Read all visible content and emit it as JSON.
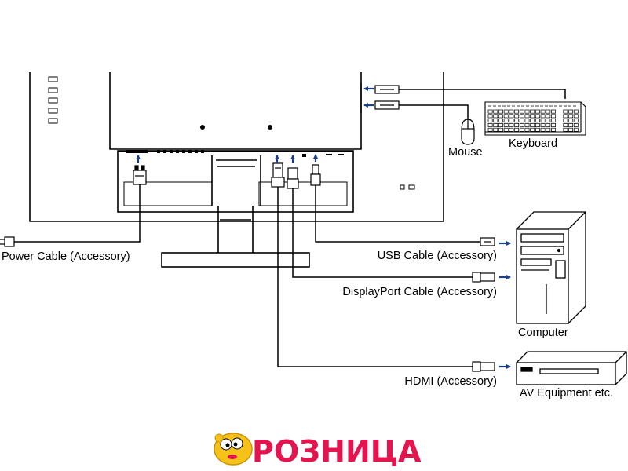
{
  "labels": {
    "power_cable": "Power Cable (Accessory)",
    "usb_cable": "USB Cable (Accessory)",
    "displayport_cable": "DisplayPort Cable (Accessory)",
    "hdmi_cable": "HDMI (Accessory)",
    "mouse": "Mouse",
    "keyboard": "Keyboard",
    "computer": "Computer",
    "av_equipment": "AV Equipment etc."
  },
  "watermark": {
    "text": "РОЗНИЦА"
  },
  "colors": {
    "line": "#000000",
    "arrow": "#1b3f8f",
    "logo_text": "#e4144f",
    "logo_mascot": "#f6c21a"
  }
}
